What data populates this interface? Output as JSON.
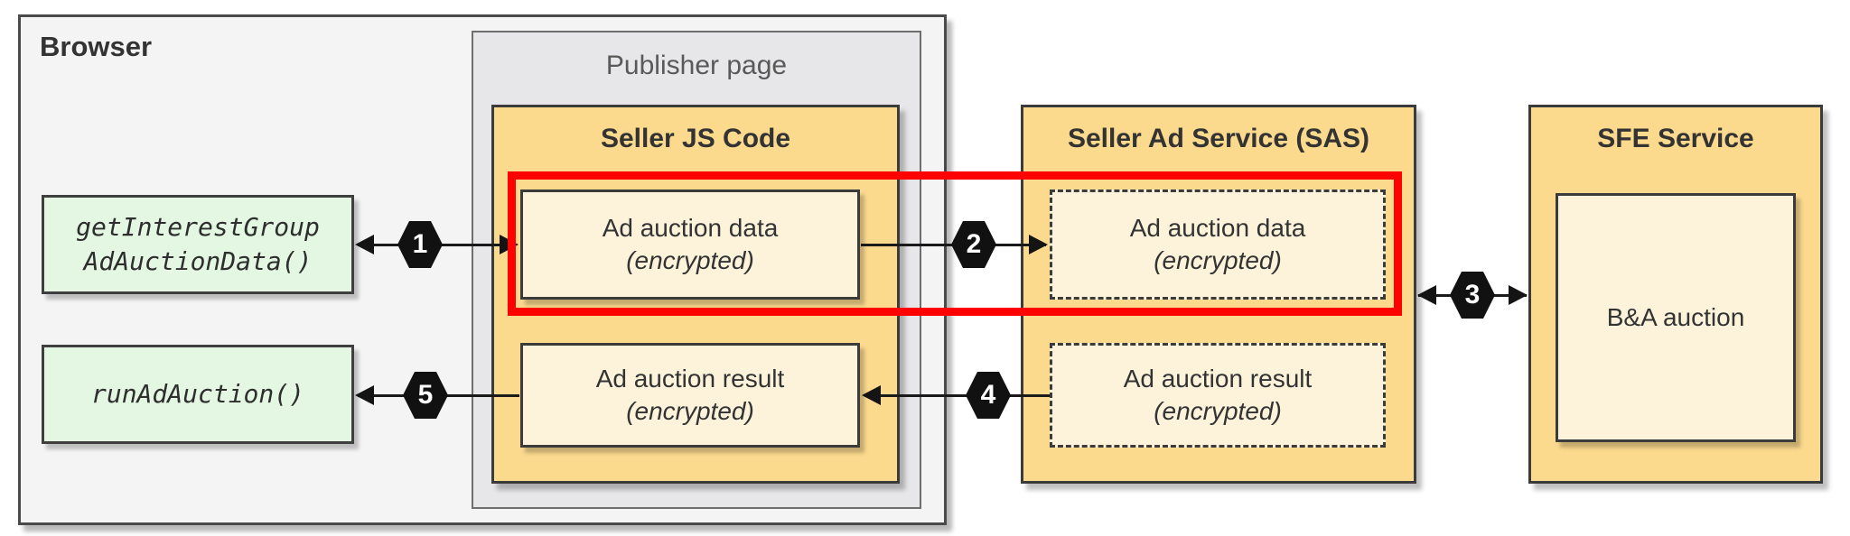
{
  "containers": {
    "browser": {
      "label": "Browser"
    },
    "publisher_page": {
      "label": "Publisher page"
    },
    "seller_js_code": {
      "label": "Seller JS Code"
    },
    "seller_ad_service": {
      "label": "Seller Ad Service (SAS)"
    },
    "sfe_service": {
      "label": "SFE Service"
    }
  },
  "nodes": {
    "get_interest_group": {
      "line1": "getInterestGroup",
      "line2": "AdAuctionData()"
    },
    "run_ad_auction": {
      "label": "runAdAuction()"
    },
    "seller_js_ad_auction_data": {
      "title": "Ad auction data",
      "note": "(encrypted)"
    },
    "seller_js_ad_auction_result": {
      "title": "Ad auction result",
      "note": "(encrypted)"
    },
    "sas_ad_auction_data": {
      "title": "Ad auction data",
      "note": "(encrypted)"
    },
    "sas_ad_auction_result": {
      "title": "Ad auction result",
      "note": "(encrypted)"
    },
    "ba_auction": {
      "label": "B&A auction"
    }
  },
  "steps": {
    "s1": "1",
    "s2": "2",
    "s3": "3",
    "s4": "4",
    "s5": "5"
  },
  "colors": {
    "browser_fill": "#f4f4f4",
    "publisher_fill": "#e7e7e9",
    "panel_orange": "#fbd98d",
    "inner_cream": "#fcf3da",
    "api_green": "#e3f7e2",
    "border_dark": "#3b3b3b",
    "highlight_red": "#fe0100",
    "badge_black": "#111111"
  }
}
